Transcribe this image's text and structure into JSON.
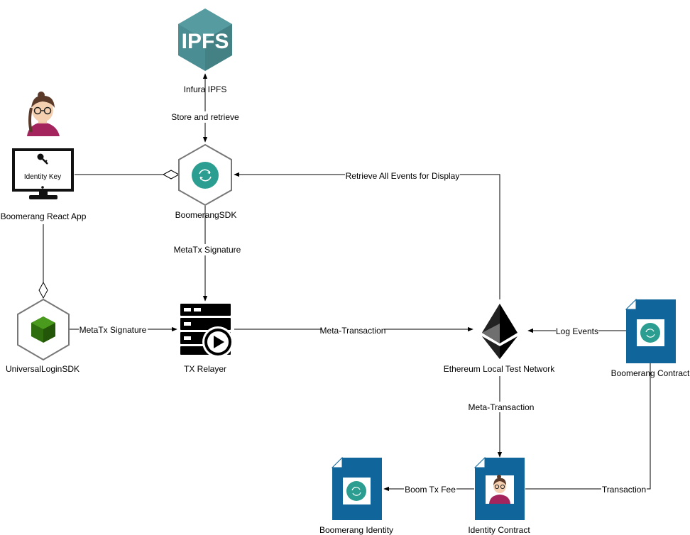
{
  "nodes": {
    "ipfs": {
      "logo_text": "IPFS",
      "label": "Infura IPFS"
    },
    "user": {
      "label": ""
    },
    "react_app": {
      "screen_text": "Identity Key",
      "label": "Boomerang React App"
    },
    "sdk": {
      "label": "BoomerangSDK"
    },
    "universal_login": {
      "label": "UniversalLoginSDK"
    },
    "relayer": {
      "label": "TX Relayer"
    },
    "ethereum": {
      "label": "Ethereum Local Test Network"
    },
    "boomerang_contract": {
      "label": "Boomerang Contract"
    },
    "identity_contract": {
      "label": "Identity Contract"
    },
    "boomerang_identity": {
      "label": "Boomerang Identity"
    }
  },
  "edges": {
    "store_retrieve": "Store and retrieve",
    "retrieve_events": "Retrieve All Events for Display",
    "sdk_metatx": "MetaTx Signature",
    "ul_metatx": "MetaTx Signature",
    "meta_transaction_1": "Meta-Transaction",
    "log_events": "Log Events",
    "meta_transaction_2": "Meta-Transaction",
    "boom_fee": "Boom Tx Fee",
    "transaction": "Transaction"
  },
  "colors": {
    "ipfs_teal": "#4A8E93",
    "ipfs_dark": "#3C7378",
    "contract_blue": "#10669A",
    "sdk_teal": "#2C9E91",
    "ul_green": "#2F6E0E",
    "person_magenta": "#A4245E"
  }
}
